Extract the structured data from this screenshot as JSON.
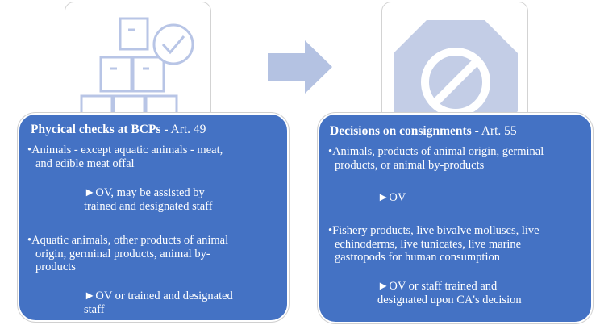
{
  "left": {
    "title": "Phycical checks at BCPs",
    "article": " - Art. 49",
    "item1_line1": "•Animals - except aquatic animals - meat,",
    "item1_line2": "and edible meat offal",
    "item1_sub_line1": "►OV, may be assisted by",
    "item1_sub_line2": "trained and designated staff",
    "item2_line1": "•Aquatic animals, other products of animal",
    "item2_line2": "origin, germinal products, animal by-",
    "item2_line3": "products",
    "item2_sub_line1": "►OV or trained and designated",
    "item2_sub_line2": "staff",
    "icon": "boxes-checkmark-icon"
  },
  "right": {
    "title": "Decisions on consignments",
    "article": " - Art. 55",
    "item1_line1": "•Animals, products of animal origin, germinal",
    "item1_line2": "products, or animal by-products",
    "item1_sub": "►OV",
    "item2_line1": "•Fishery products, live bivalve molluscs, live",
    "item2_line2": "echinoderms, live tunicates, live marine",
    "item2_line3": "gastropods for human consumption",
    "item2_sub_line1": "►OV or staff trained and",
    "item2_sub_line2": "designated upon CA's decision",
    "icon": "prohibited-sign-icon"
  },
  "colors": {
    "panel": "#4472c4",
    "arrow": "#b4c2e2",
    "icon_line": "#b8c5e6",
    "octagon": "#c3cde6"
  }
}
